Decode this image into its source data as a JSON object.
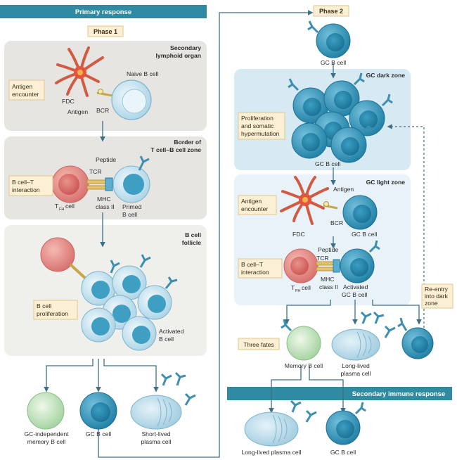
{
  "colors": {
    "banner_fill": "#2f8aa2",
    "panel_grey": "#e7e6e2",
    "panel_blue": "#d7e9f2",
    "panel_blue_light": "#e6f1f7",
    "label_fill": "#fbf0d6",
    "label_stroke": "#e3c68a",
    "bcell_light": "#cfe7f2",
    "bcell_gc": "#3f9bbd",
    "tcell": "#e07a78",
    "memory": "#a9d8a8",
    "fdc": "#d8533f"
  },
  "banners": {
    "primary": "Primary response",
    "secondary": "Secondary immune response"
  },
  "phases": {
    "phase1": "Phase 1",
    "phase2": "Phase 2"
  },
  "panels": {
    "secondary_lymphoid": [
      "Secondary",
      "lymphoid organ"
    ],
    "border_zone": [
      "Border of",
      "T cell–B cell zone"
    ],
    "follicle": [
      "B cell",
      "follicle"
    ],
    "dark_zone": "GC dark zone",
    "light_zone": "GC light zone"
  },
  "boxes": {
    "antigen_encounter_1": [
      "Antigen",
      "encounter"
    ],
    "bt_interaction_1": [
      "B cell–T",
      "interaction"
    ],
    "b_proliferation": [
      "B cell",
      "proliferation"
    ],
    "prolif_hypermut": [
      "Proliferation",
      "and somatic",
      "hypermutation"
    ],
    "antigen_encounter_2": [
      "Antigen",
      "encounter"
    ],
    "bt_interaction_2": [
      "B cell–T",
      "interaction"
    ],
    "three_fates": "Three fates",
    "reentry": [
      "Re-entry",
      "into dark",
      "zone"
    ]
  },
  "labels": {
    "fdc": "FDC",
    "antigen": "Antigen",
    "bcr": "BCR",
    "naive_b": "Naive B cell",
    "peptide": "Peptide",
    "tcr": "TCR",
    "mhc": [
      "MHC",
      "class II"
    ],
    "tfh": "T",
    "fh_sub": "FH",
    "tfh_cell_suffix": "cell",
    "primed_b": [
      "Primed",
      "B cell"
    ],
    "activated_b": [
      "Activated",
      "B cell"
    ],
    "gc_indep_memory": [
      "GC-independent",
      "memory B cell"
    ],
    "gc_b_cell": "GC B cell",
    "short_lived_plasma": [
      "Short-lived",
      "plasma cell"
    ],
    "gc_b_cell_label": "GC B cell",
    "activated_gc_b": [
      "Activated",
      "GC B cell"
    ],
    "memory_b": "Memory B cell",
    "long_lived_plasma": [
      "Long-lived",
      "plasma cell"
    ],
    "long_lived_plasma_one": "Long-lived plasma cell"
  }
}
